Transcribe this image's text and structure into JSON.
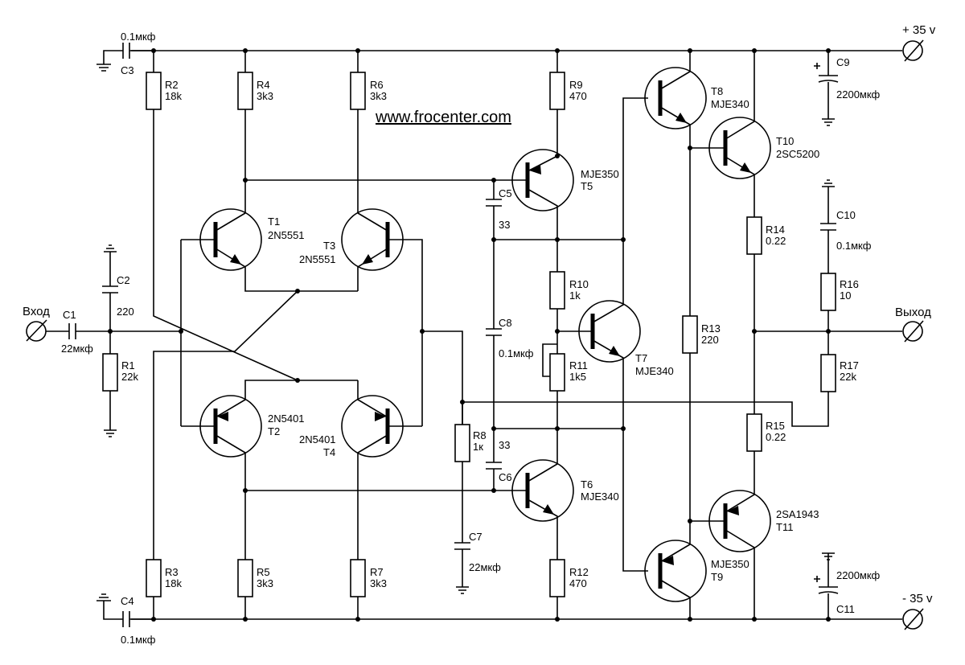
{
  "website": "www.frocenter.com",
  "supply": {
    "positive": "+ 35 v",
    "negative": "- 35 v"
  },
  "io": {
    "input": "Вход",
    "output": "Выход"
  },
  "resistors": {
    "R1": {
      "ref": "R1",
      "value": "22k"
    },
    "R2": {
      "ref": "R2",
      "value": "18k"
    },
    "R3": {
      "ref": "R3",
      "value": "18k"
    },
    "R4": {
      "ref": "R4",
      "value": "3k3"
    },
    "R5": {
      "ref": "R5",
      "value": "3k3"
    },
    "R6": {
      "ref": "R6",
      "value": "3k3"
    },
    "R7": {
      "ref": "R7",
      "value": "3k3"
    },
    "R8": {
      "ref": "R8",
      "value": "1к"
    },
    "R9": {
      "ref": "R9",
      "value": "470"
    },
    "R10": {
      "ref": "R10",
      "value": "1k"
    },
    "R11": {
      "ref": "R11",
      "value": "1k5"
    },
    "R12": {
      "ref": "R12",
      "value": "470"
    },
    "R13": {
      "ref": "R13",
      "value": "220"
    },
    "R14": {
      "ref": "R14",
      "value": "0.22"
    },
    "R15": {
      "ref": "R15",
      "value": "0.22"
    },
    "R16": {
      "ref": "R16",
      "value": "10"
    },
    "R17": {
      "ref": "R17",
      "value": "22k"
    }
  },
  "capacitors": {
    "C1": {
      "ref": "C1",
      "value": "22мкф"
    },
    "C2": {
      "ref": "C2",
      "value": "220"
    },
    "C3": {
      "ref": "C3",
      "value": "0.1мкф"
    },
    "C4": {
      "ref": "C4",
      "value": "0.1мкф"
    },
    "C5": {
      "ref": "C5",
      "value": "33"
    },
    "C6": {
      "ref": "C6",
      "value": "33"
    },
    "C7": {
      "ref": "C7",
      "value": "22мкф"
    },
    "C8": {
      "ref": "C8",
      "value": "0.1мкф"
    },
    "C9": {
      "ref": "C9",
      "value": "2200мкф"
    },
    "C10": {
      "ref": "C10",
      "value": "0.1мкф"
    },
    "C11": {
      "ref": "C11",
      "value": "2200мкф"
    }
  },
  "transistors": {
    "T1": {
      "ref": "T1",
      "type": "2N5551"
    },
    "T2": {
      "ref": "T2",
      "type": "2N5401"
    },
    "T3": {
      "ref": "T3",
      "type": "2N5551"
    },
    "T4": {
      "ref": "T4",
      "type": "2N5401"
    },
    "T5": {
      "ref": "T5",
      "type": "MJE350"
    },
    "T6": {
      "ref": "T6",
      "type": "MJE340"
    },
    "T7": {
      "ref": "T7",
      "type": "MJE340"
    },
    "T8": {
      "ref": "T8",
      "type": "MJE340"
    },
    "T9": {
      "ref": "T9",
      "type": "MJE350"
    },
    "T10": {
      "ref": "T10",
      "type": "2SC5200"
    },
    "T11": {
      "ref": "T11",
      "type": "2SA1943"
    }
  }
}
